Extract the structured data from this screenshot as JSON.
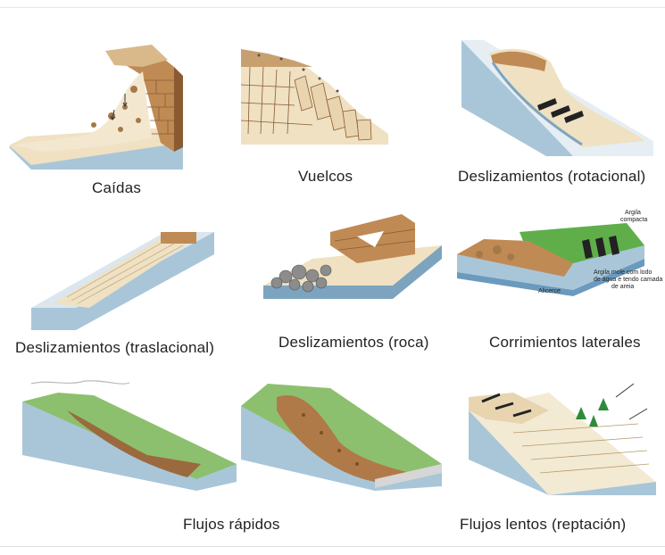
{
  "panels": [
    {
      "caption": "Caídas"
    },
    {
      "caption": "Vuelcos"
    },
    {
      "caption": "Deslizamientos (rotacional)"
    },
    {
      "caption": "Deslizamientos (traslacional)"
    },
    {
      "caption": "Deslizamientos (roca)"
    },
    {
      "caption": "Corrimientos laterales"
    },
    {
      "caption": "Flujos rápidos"
    },
    {
      "caption": "Flujos lentos (reptación)"
    }
  ],
  "lateral_labels": {
    "argila_compacta_1": "Argila",
    "argila_compacta_2": "compacta",
    "argila_mole_1": "Argila mole com lodo",
    "argila_mole_2": "de água e tendo camada",
    "argila_mole_3": "de areia",
    "alicerce": "Alicerce"
  },
  "colors": {
    "soil": "#c08a55",
    "soil_dark": "#8a5a30",
    "sand": "#efe1c2",
    "water_side": "#a9c6d9",
    "water_side_dark": "#7da4bf",
    "grass": "#7fb86a",
    "grass_dark": "#4f8f45",
    "rock_grey": "#8c8c8c"
  }
}
